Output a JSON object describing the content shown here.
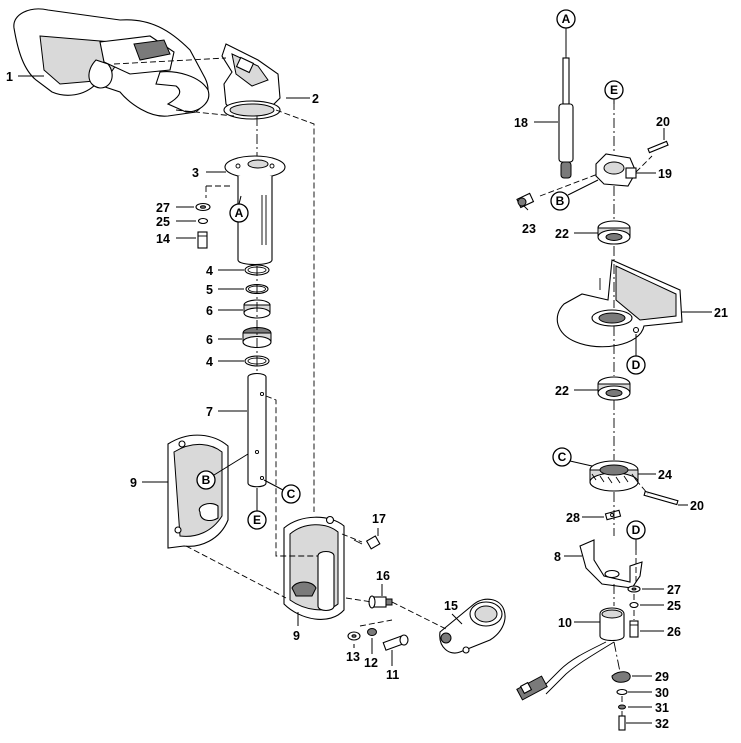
{
  "diagram": {
    "part_labels": [
      "1",
      "2",
      "3",
      "27",
      "25",
      "14",
      "4",
      "5",
      "6",
      "6",
      "4",
      "7",
      "9",
      "9",
      "17",
      "16",
      "15",
      "13",
      "12",
      "11",
      "18",
      "20",
      "19",
      "23",
      "22",
      "21",
      "22",
      "24",
      "20",
      "28",
      "8",
      "27",
      "25",
      "10",
      "26",
      "29",
      "30",
      "31",
      "32"
    ],
    "reference_markers": [
      "A",
      "A",
      "B",
      "B",
      "C",
      "C",
      "D",
      "D",
      "E",
      "E"
    ]
  }
}
